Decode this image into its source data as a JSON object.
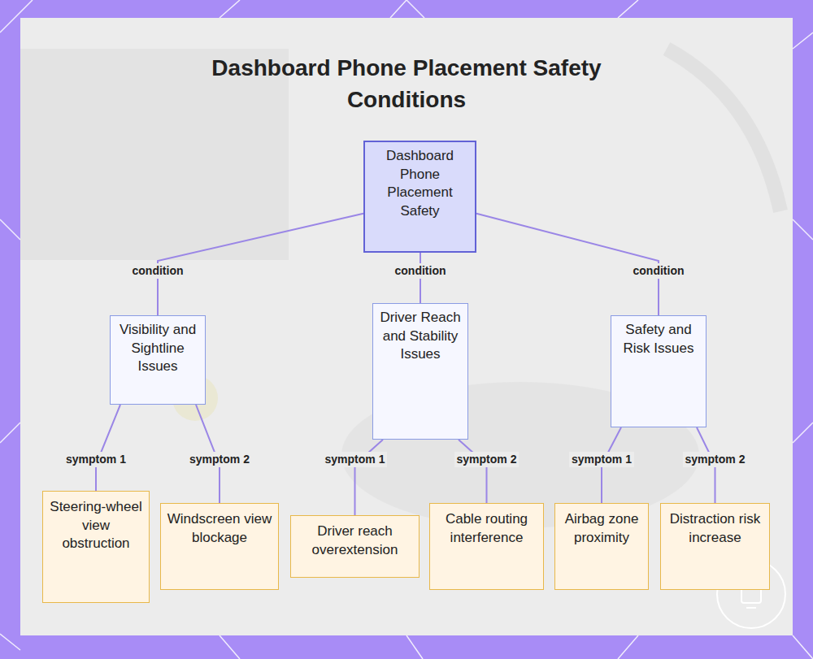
{
  "diagram": {
    "title": "Dashboard Phone Placement Safety Conditions",
    "nodes": [
      {
        "text": [
          "Dashboard Phone Placement Safety"
        ]
      },
      {
        "text": [
          "Visibility and Sightline Issues"
        ]
      },
      {
        "text": [
          "Driver Reach and Stability Issues"
        ]
      },
      {
        "text": [
          "Safety and Risk Issues"
        ]
      },
      {
        "text": [
          "Steering-wheel view obstruction"
        ]
      },
      {
        "text": [
          "Windscreen view blockage"
        ]
      },
      {
        "text": [
          "Driver reach overextension"
        ]
      },
      {
        "text": [
          "Cable routing interference"
        ]
      },
      {
        "text": [
          "Airbag zone proximity"
        ]
      },
      {
        "text": [
          "Distraction risk increase"
        ]
      }
    ],
    "edges": [
      {
        "from": 0,
        "to": 1,
        "arrow": "none",
        "label": "condition"
      },
      {
        "from": 0,
        "to": 2,
        "arrow": "none",
        "label": "condition"
      },
      {
        "from": 0,
        "to": 3,
        "arrow": "none",
        "label": "condition"
      },
      {
        "from": 1,
        "to": 4,
        "arrow": "none",
        "label": "symptom 1"
      },
      {
        "from": 1,
        "to": 5,
        "arrow": "none",
        "label": "symptom 2"
      },
      {
        "from": 2,
        "to": 6,
        "arrow": "none",
        "label": "symptom 1"
      },
      {
        "from": 2,
        "to": 7,
        "arrow": "none",
        "label": "symptom 2"
      },
      {
        "from": 3,
        "to": 8,
        "arrow": "none",
        "label": "symptom 1"
      },
      {
        "from": 3,
        "to": 9,
        "arrow": "none",
        "label": "symptom 2"
      }
    ]
  }
}
